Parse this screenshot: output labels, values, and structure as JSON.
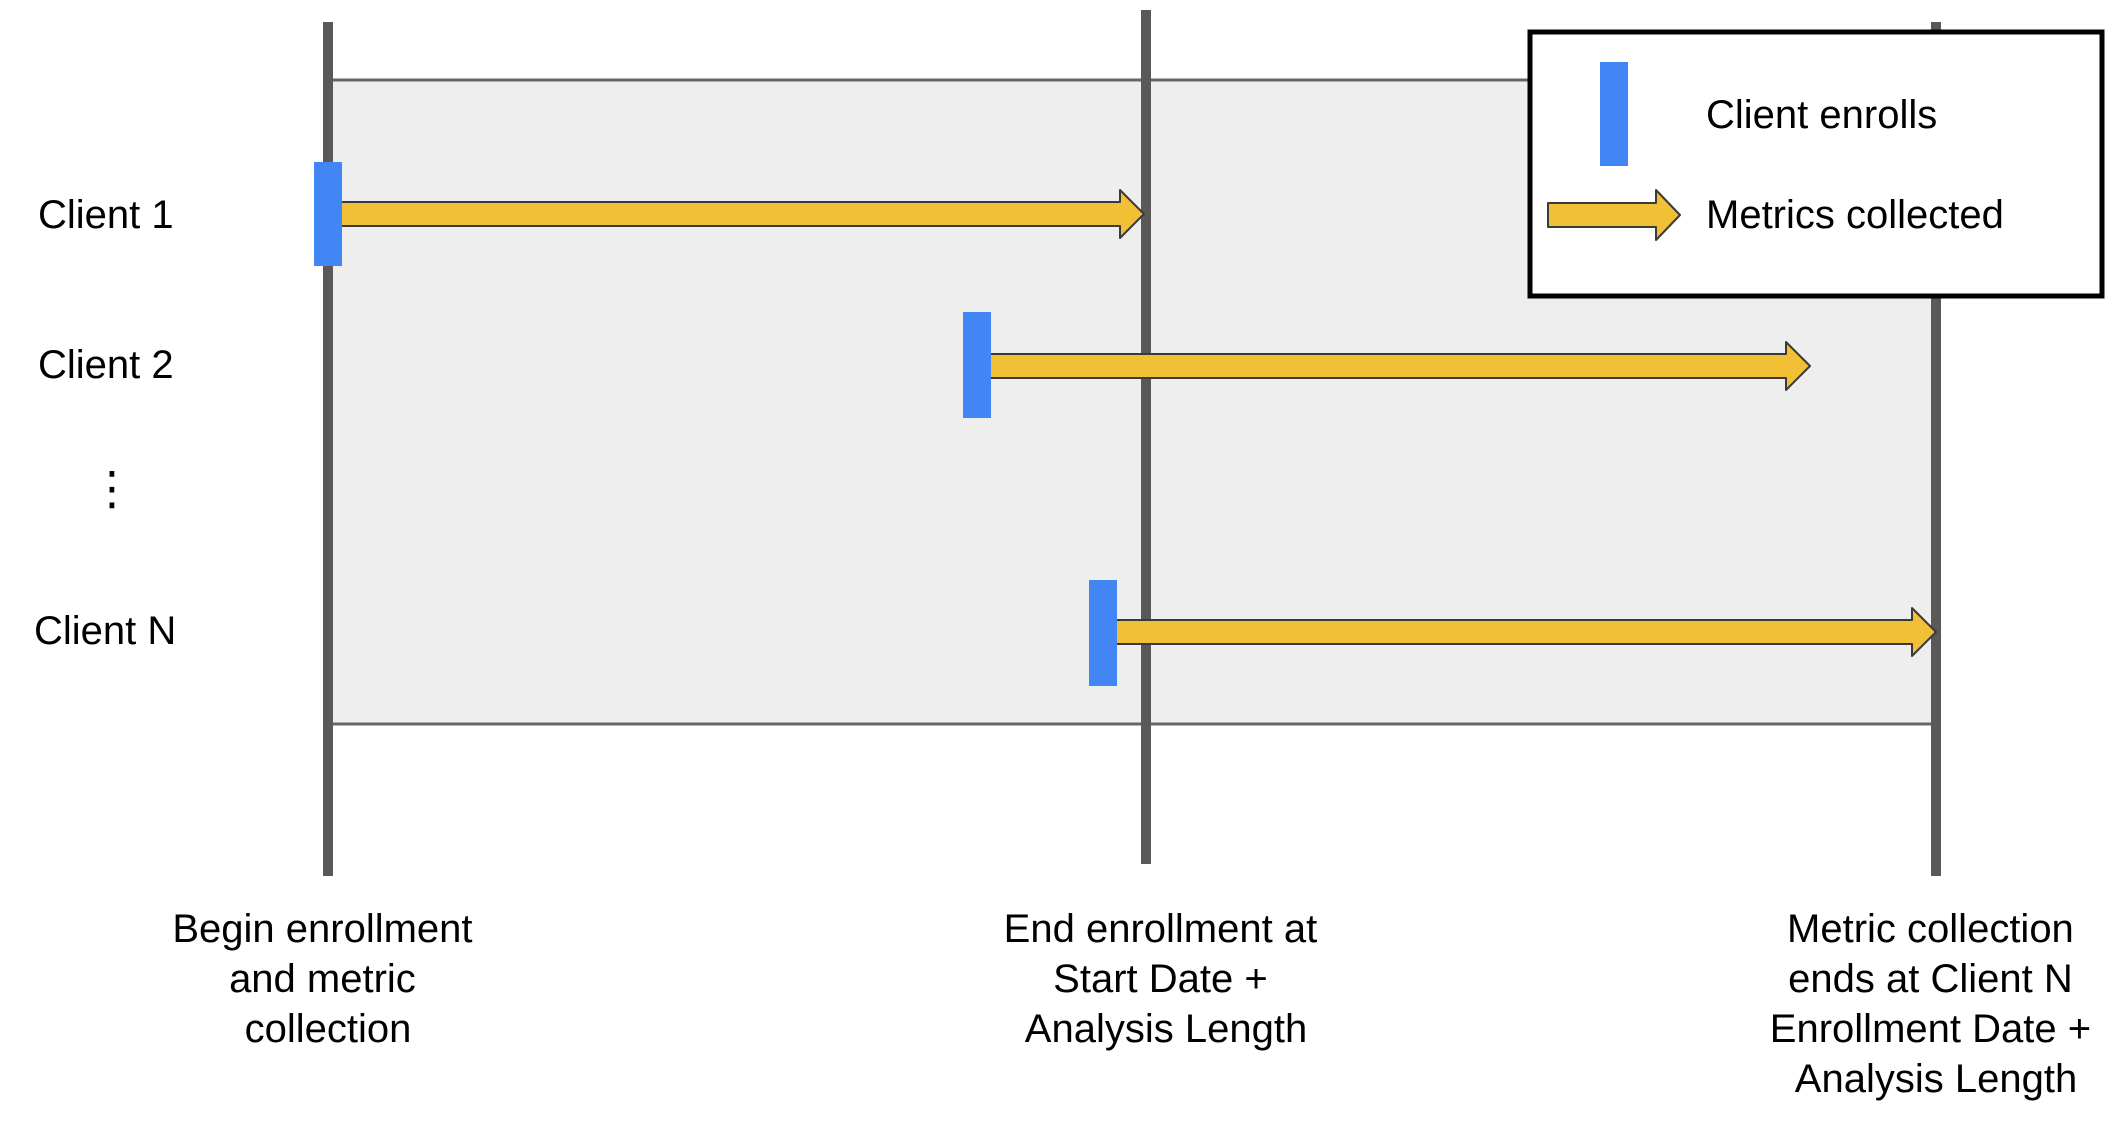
{
  "clients": [
    {
      "label": "Client 1"
    },
    {
      "label": "Client 2"
    },
    {
      "label": "Client N"
    }
  ],
  "ellipsis": "⋮",
  "milestones": [
    {
      "lines": [
        "Begin enrollment",
        "and metric",
        "collection"
      ]
    },
    {
      "lines": [
        "End enrollment at",
        "Start Date +",
        "Analysis Length"
      ]
    },
    {
      "lines": [
        "Metric collection",
        "ends at Client N",
        "Enrollment Date +",
        "Analysis Length"
      ]
    }
  ],
  "legend": {
    "enroll_label": "Client enrolls",
    "metrics_label": "Metrics collected"
  },
  "colors": {
    "enroll_marker": "#4285F4",
    "metrics_arrow": "#F2C037",
    "arrow_outline": "#3a3a3a",
    "timeline": "#595959",
    "band_fill": "#EEEEEE",
    "band_border": "#666666"
  }
}
